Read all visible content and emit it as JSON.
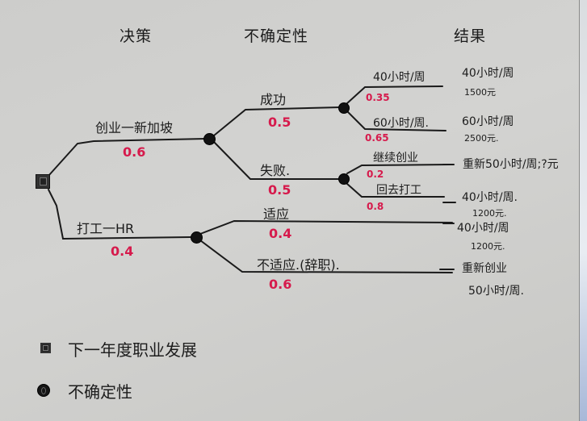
{
  "headers": {
    "decision": "决策",
    "uncertainty": "不确定性",
    "outcome": "结果"
  },
  "decision_node": {
    "icon": "decision-square-icon"
  },
  "branches": [
    {
      "label": "创业一新加坡",
      "probability": "0.6",
      "chance_node_icon": "uncertainty-circle-icon",
      "sub": [
        {
          "label": "成功",
          "probability": "0.5",
          "chance_node_icon": "uncertainty-circle-icon",
          "sub": [
            {
              "label": "40小时/周",
              "probability": "0.35",
              "outcome_line1": "40小时/周",
              "outcome_line2": "1500元"
            },
            {
              "label": "60小时/周.",
              "probability": "0.65",
              "outcome_line1": "60小时/周",
              "outcome_line2": "2500元."
            }
          ]
        },
        {
          "label": "失败.",
          "probability": "0.5",
          "chance_node_icon": "uncertainty-circle-icon",
          "sub": [
            {
              "label": "继续创业",
              "probability": "0.2",
              "outcome_line1": "重新50小时/周;?元",
              "outcome_line2": ""
            },
            {
              "label": "回去打工",
              "probability": "0.8",
              "outcome_line1": "40小时/周.",
              "outcome_line2": "1200元."
            }
          ]
        }
      ]
    },
    {
      "label": "打工一HR",
      "probability": "0.4",
      "chance_node_icon": "uncertainty-circle-icon",
      "sub": [
        {
          "label": "适应",
          "probability": "0.4",
          "outcome_line1": "40小时/周",
          "outcome_line2": "1200元."
        },
        {
          "label": "不适应.(辞职).",
          "probability": "0.6",
          "outcome_line1": "重新创业",
          "outcome_line2": "50小时/周."
        }
      ]
    }
  ],
  "legend": [
    {
      "icon": "decision-square-icon",
      "label": "下一年度职业发展"
    },
    {
      "icon": "uncertainty-circle-icon",
      "label": "不确定性"
    }
  ],
  "colors": {
    "ink": "#1c1c1c",
    "probability": "#d61a4c",
    "paper": "#cfcfcd"
  }
}
